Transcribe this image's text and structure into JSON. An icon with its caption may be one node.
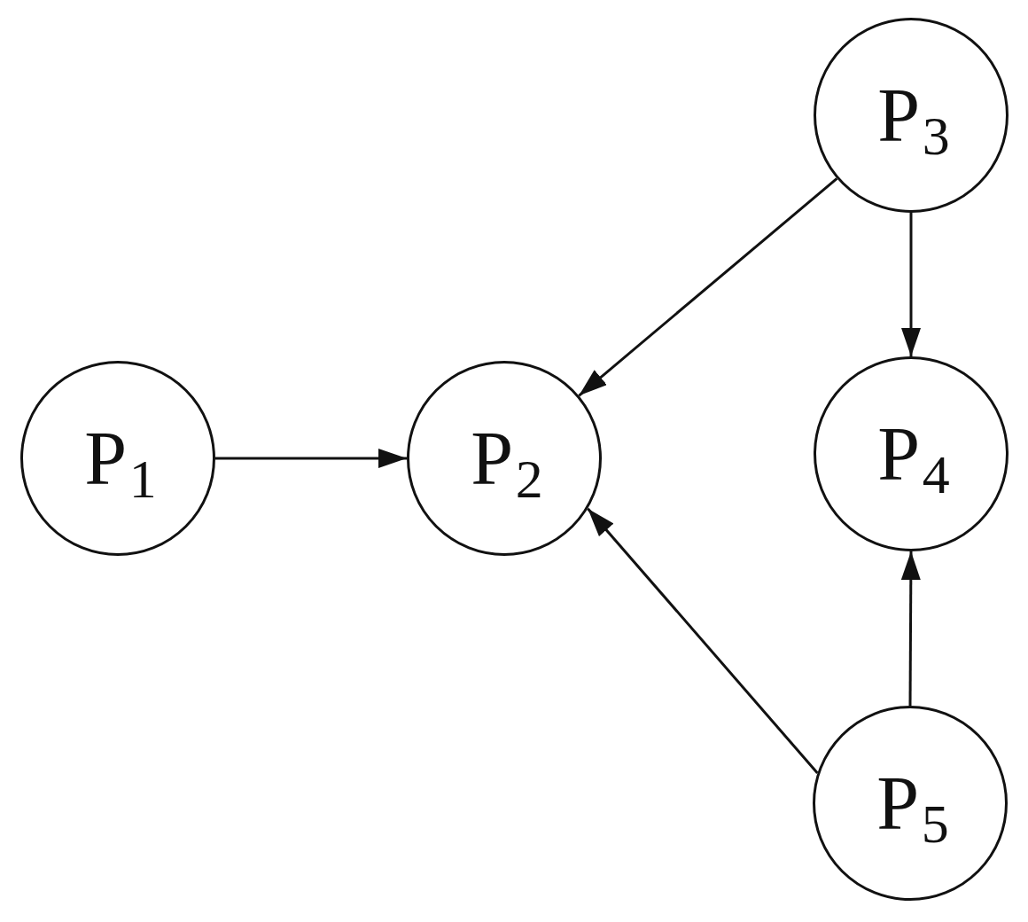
{
  "diagram": {
    "nodes": [
      {
        "text": [
          "P$_{1}$"
        ]
      },
      {
        "text": [
          "P$_{2}$"
        ]
      },
      {
        "text": [
          "P$_{3}$"
        ]
      },
      {
        "text": [
          "P$_{4}$"
        ]
      },
      {
        "text": [
          "P$_{5}$"
        ]
      }
    ],
    "edges": [
      {
        "from": 0,
        "to": 1,
        "arrow": "to"
      },
      {
        "from": 2,
        "to": 1,
        "arrow": "to"
      },
      {
        "from": 2,
        "to": 3,
        "arrow": "to"
      },
      {
        "from": 4,
        "to": 1,
        "arrow": "to"
      },
      {
        "from": 4,
        "to": 3,
        "arrow": "to"
      }
    ]
  }
}
